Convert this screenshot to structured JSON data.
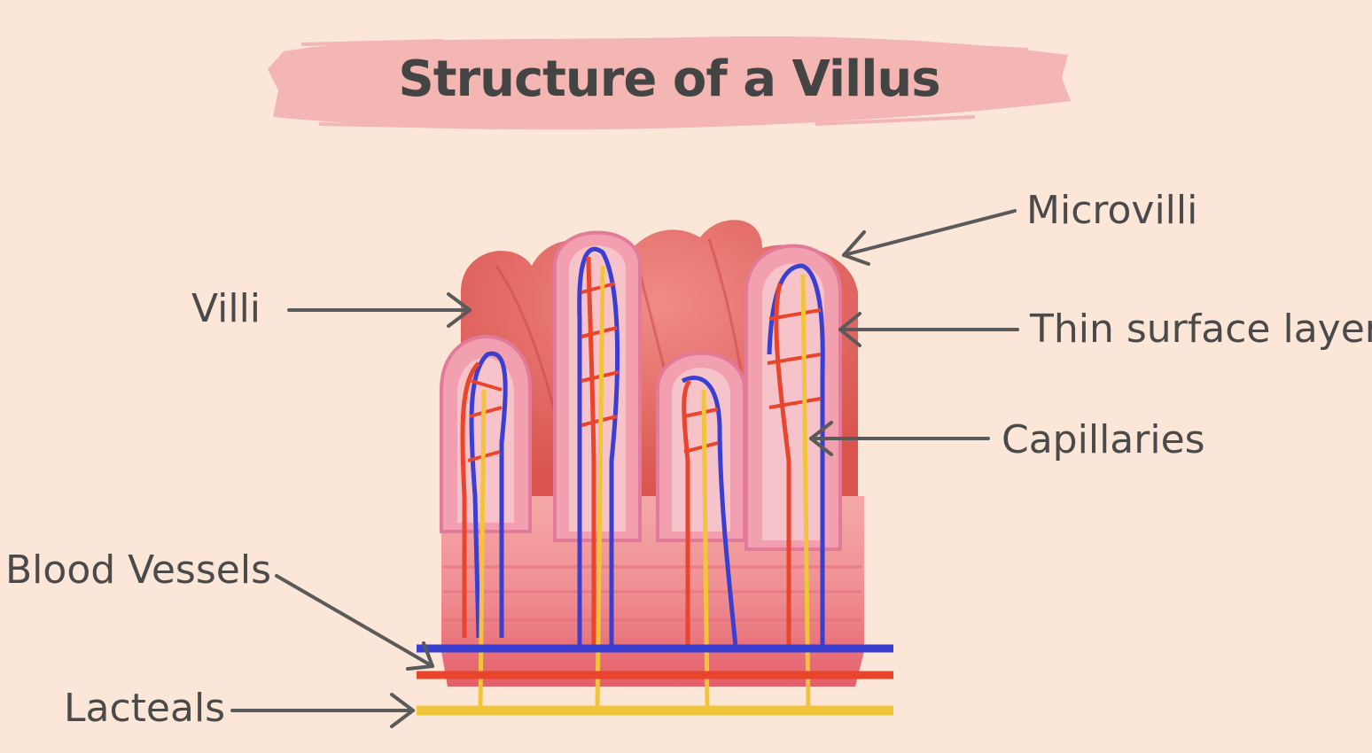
{
  "title": "Structure of a Villus",
  "labels": {
    "microvilli": "Microvilli",
    "villi": "Villi",
    "thin_surface_layer": "Thin surface layer",
    "capillaries": "Capillaries",
    "blood_vessels": "Blood Vessels",
    "lacteals": "Lacteals"
  },
  "colors": {
    "background": "#fbe6d8",
    "banner": "#f4b6b2",
    "text": "#4a4a4a",
    "arrow": "#5a5a5a",
    "tissue": "#e87a7a",
    "vein": "#3b3fd1",
    "artery": "#e8452c",
    "lacteal": "#f2c43a"
  }
}
